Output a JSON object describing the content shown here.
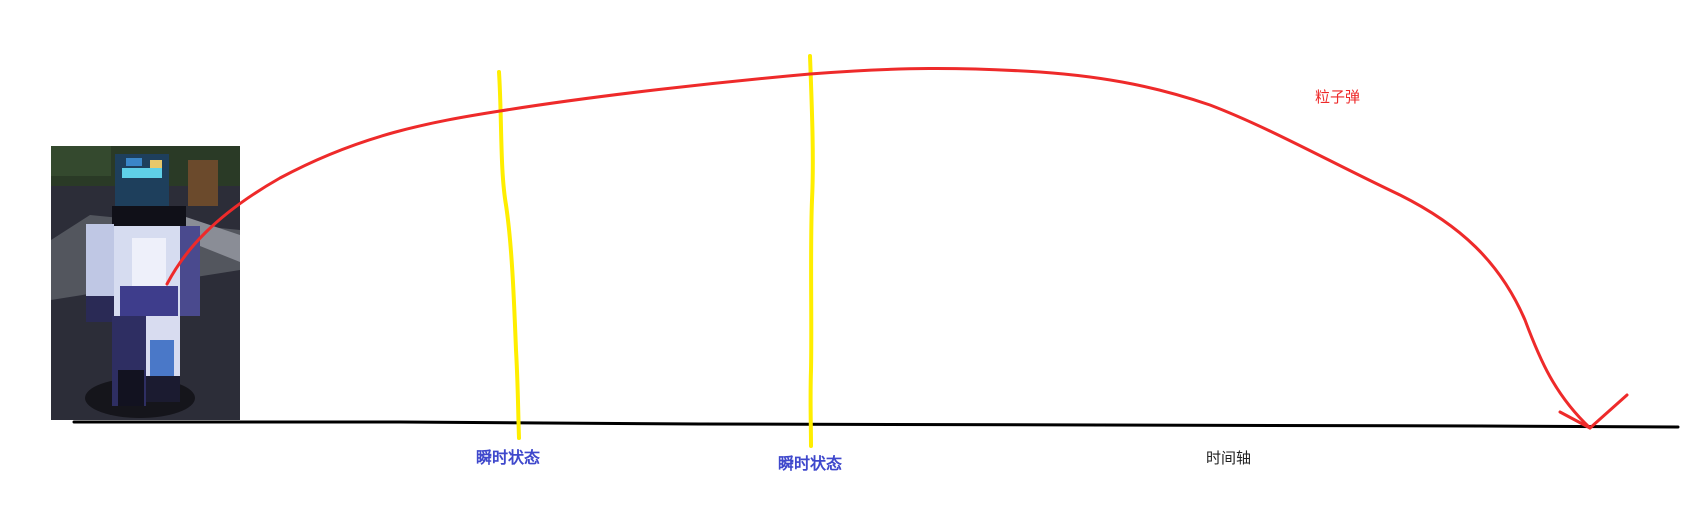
{
  "labels": {
    "particle": "粒子弹",
    "state_1": "瞬时状态",
    "state_2": "瞬时状态",
    "timeline": "时间轴"
  },
  "colors": {
    "trajectory": "#ee2a2a",
    "instant_line": "#ffee00",
    "timeline": "#000000",
    "state_label": "#3f48cc",
    "particle_label": "#ee2a2a",
    "timeline_label": "#222222"
  },
  "icons": {
    "character": "character-sprite-icon"
  }
}
